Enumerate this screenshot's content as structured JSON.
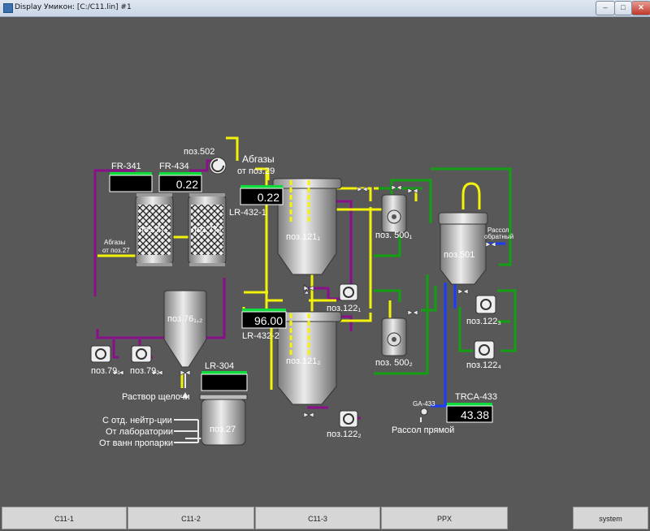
{
  "window": {
    "title": "Display Умикон: [C:/C11.lin] #1"
  },
  "window_controls": {
    "minimize": "–",
    "maximize": "□",
    "close": "✕"
  },
  "colors": {
    "background": "#585858",
    "yellow_line": "#f2f20a",
    "purple_line": "#8a0f8a",
    "green_line": "#12a012",
    "blue_line": "#1a3cff",
    "white_line": "#e8e8e8",
    "display_green_bar": "#0fdc3c"
  },
  "instruments": {
    "fr341": {
      "tag": "FR-341",
      "value": ""
    },
    "fr434": {
      "tag": "FR-434",
      "value": "0.22"
    },
    "lr432_1": {
      "tag": "LR-432-1",
      "value": "0.22"
    },
    "lr432_2": {
      "tag": "LR-432-2",
      "value": "96.00"
    },
    "lr304": {
      "tag": "LR-304",
      "value": ""
    },
    "trca433": {
      "tag": "TRCA-433",
      "value": "43.38"
    }
  },
  "equipment": {
    "p77_1": "поз.77₁",
    "p77_2": "поз.77₂",
    "p76": "поз.76₁,₂",
    "p27": "поз.27",
    "p121_1": "поз.121₁",
    "p121_2": "поз.121₂",
    "p122_1": "поз.122₁",
    "p122_2": "поз.122₂",
    "p122_3": "поз.122₃",
    "p122_4": "поз.122₄",
    "p500_1": "поз. 500₁",
    "p500_2": "поз. 500₂",
    "p501": "поз.501",
    "p502": "поз.502",
    "p79_1": "поз.79₁",
    "p79_2": "поз.79₂",
    "ga433": "GA-433"
  },
  "streams": {
    "offgas_29_line1": "Абгазы",
    "offgas_29_line2": "от поз.29",
    "offgas_27_line1": "Абгазы",
    "offgas_27_line2": "от поз.27",
    "alkali_solution": "Раствор щелочи",
    "from_neutr": "С отд. нейтр-ции",
    "from_lab": "От лаборатории",
    "from_steam_baths": "От ванн пропарки",
    "brine_return_line1": "Рассол",
    "brine_return_line2": "обратный",
    "brine_direct": "Рассол прямой"
  },
  "tabs": [
    "C11-1",
    "C11-2",
    "C11-3",
    "PPX",
    "system"
  ]
}
